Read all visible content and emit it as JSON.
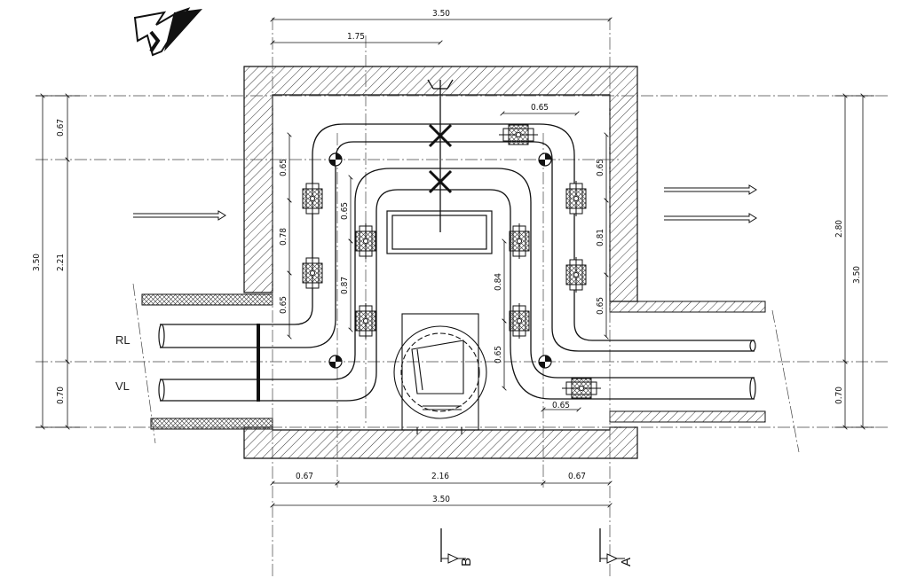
{
  "dimensions": {
    "top_total": "3.50",
    "top_half": "1.75",
    "top_right_coupler": "0.65",
    "left_top": "0.67",
    "left_mid": "2.21",
    "left_bottom": "0.70",
    "left_total": "3.50",
    "right_upper": "2.80",
    "right_total": "3.50",
    "right_bottom": "0.70",
    "bottom_left": "0.67",
    "bottom_mid": "2.16",
    "bottom_right": "0.67",
    "bottom_total": "3.50",
    "outer_left_top": "0.65",
    "outer_left_mid": "0.78",
    "outer_left_bottom": "0.65",
    "inner_left_top": "0.65",
    "inner_left_mid": "0.87",
    "inner_right_mid": "0.84",
    "inner_right_bottom": "0.65",
    "outer_right_top": "0.65",
    "outer_right_mid": "0.81",
    "outer_right_bottom": "0.65",
    "bottom_right_coupler": "0.65"
  },
  "pipe_labels": {
    "return": "RL",
    "supply": "VL"
  },
  "section_markers": {
    "b": "B",
    "a": "A"
  }
}
